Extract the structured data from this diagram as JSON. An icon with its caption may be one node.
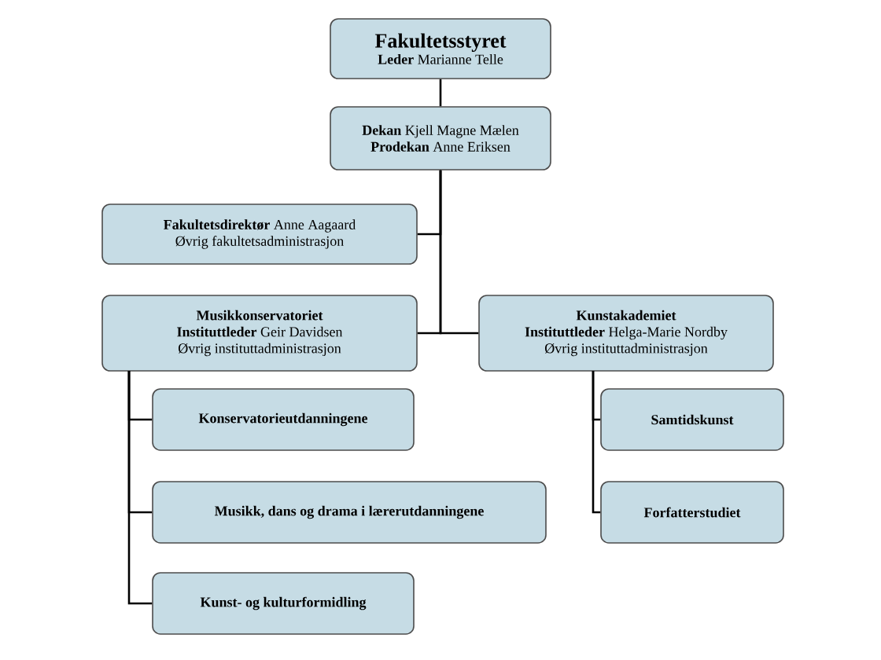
{
  "diagram": {
    "nodes": [
      {
        "text": [
          "Fakultetsstyret",
          "**Leder** Marianne Telle"
        ]
      },
      {
        "text": [
          "**Dekan** Kjell Magne Mælen",
          "**Prodekan** Anne Eriksen"
        ]
      },
      {
        "text": [
          "**Fakultetsdirektør** Anne Aagaard",
          "Øvrig fakultetsadministrasjon"
        ]
      },
      {
        "text": [
          "Musikkonservatoriet",
          "**Instituttleder** Geir Davidsen",
          "Øvrig instituttadministrasjon"
        ]
      },
      {
        "text": [
          "Kunstakademiet",
          "**Instituttleder** Helga-Marie Nordby",
          "Øvrig instituttadministrasjon"
        ]
      },
      {
        "text": [
          "Konservatorieutdanningene"
        ]
      },
      {
        "text": [
          "Musikk, dans og drama i lærerutdanningene"
        ]
      },
      {
        "text": [
          "Kunst- og kulturformidling"
        ]
      },
      {
        "text": [
          "Samtidskunst"
        ]
      },
      {
        "text": [
          "Forfatterstudiet"
        ]
      }
    ],
    "edges": [
      {
        "from": 0,
        "to": 1,
        "arrow": "none"
      },
      {
        "from": 1,
        "to": 2,
        "arrow": "none"
      },
      {
        "from": 1,
        "to": 3,
        "arrow": "none"
      },
      {
        "from": 1,
        "to": 4,
        "arrow": "none"
      },
      {
        "from": 3,
        "to": 5,
        "arrow": "none"
      },
      {
        "from": 3,
        "to": 6,
        "arrow": "none"
      },
      {
        "from": 3,
        "to": 7,
        "arrow": "none"
      },
      {
        "from": 4,
        "to": 8,
        "arrow": "none"
      },
      {
        "from": 4,
        "to": 9,
        "arrow": "none"
      }
    ]
  }
}
